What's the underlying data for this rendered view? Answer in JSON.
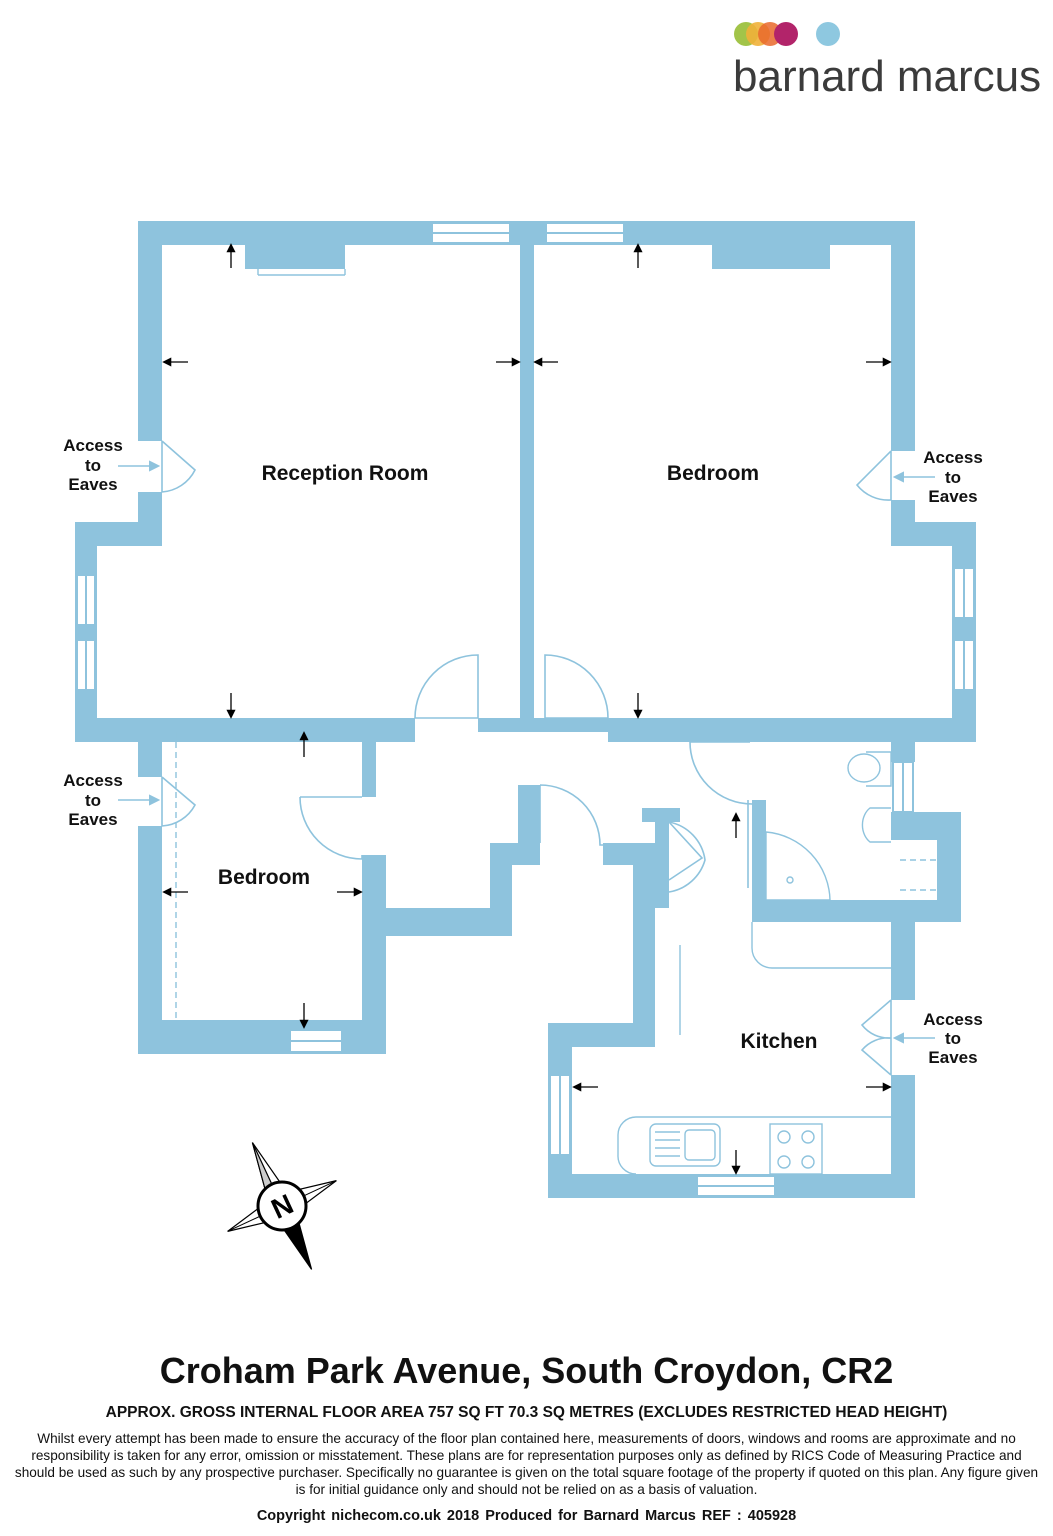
{
  "brand": {
    "name": "barnard marcus",
    "dot_colors": [
      "#9dc13f",
      "#f0b13a",
      "#e9682c",
      "#b2246a",
      "#8ec8e0"
    ]
  },
  "colors": {
    "wall": "#8ec3dd"
  },
  "rooms": {
    "reception": "Reception Room",
    "bedroom_1": "Bedroom",
    "bedroom_2": "Bedroom",
    "kitchen": "Kitchen"
  },
  "eaves": [
    {
      "l1": "Access",
      "l2": "to",
      "l3": "Eaves"
    },
    {
      "l1": "Access",
      "l2": "to",
      "l3": "Eaves"
    },
    {
      "l1": "Access",
      "l2": "to",
      "l3": "Eaves"
    },
    {
      "l1": "Access",
      "l2": "to",
      "l3": "Eaves"
    }
  ],
  "compass": {
    "letter": "N"
  },
  "address": "Croham Park Avenue, South Croydon, CR2",
  "area": "APPROX. GROSS INTERNAL FLOOR AREA 757 SQ FT 70.3 SQ METRES (EXCLUDES RESTRICTED HEAD HEIGHT)",
  "disclaimer": "Whilst every attempt has been made to ensure the accuracy of the floor plan contained here, measurements of doors, windows and rooms are approximate and no responsibility is taken for any error, omission or misstatement. These plans are for representation purposes only as defined by RICS Code of Measuring Practice and should be used as such by any prospective purchaser.  Specifically no guarantee is given on the total square footage of the property if quoted on this plan. Any figure given is for initial guidance only and should not be relied on as a basis of valuation.",
  "footer": "Copyright nichecom.co.uk 2018   Produced for Barnard Marcus   REF : 405928"
}
